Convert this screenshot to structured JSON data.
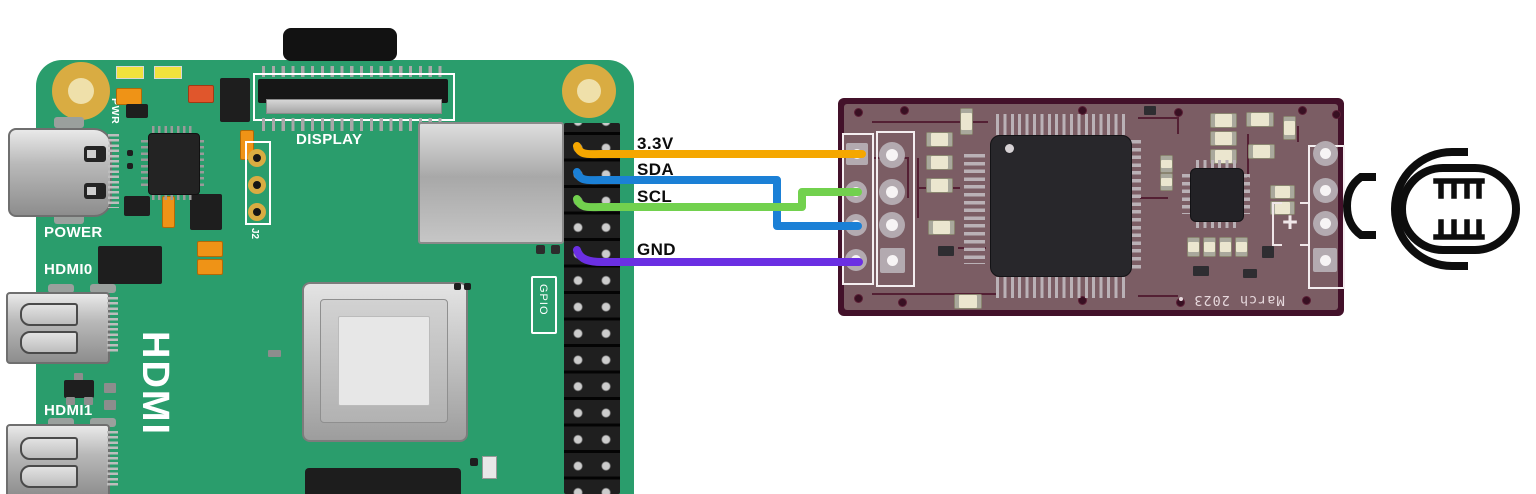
{
  "pi": {
    "board_color": "#2a9d6c",
    "labels": {
      "pwr": "PWR",
      "power": "POWER",
      "hdmi0": "HDMI0",
      "hdmi1": "HDMI1",
      "hdmi_vertical": "HDMI",
      "display": "DISPLAY",
      "gpio": "GPIO",
      "j2": "J2"
    }
  },
  "wires": [
    {
      "label": "3.3V",
      "color": "#F5A700"
    },
    {
      "label": "SDA",
      "color": "#1B80D6"
    },
    {
      "label": "SCL",
      "color": "#72D14E"
    },
    {
      "label": "GND",
      "color": "#6B2FE3"
    }
  ],
  "module": {
    "silkscreen_date": "March 2023",
    "polarity_marker": "+"
  },
  "icons": {
    "microphone": "microphone-icon"
  }
}
